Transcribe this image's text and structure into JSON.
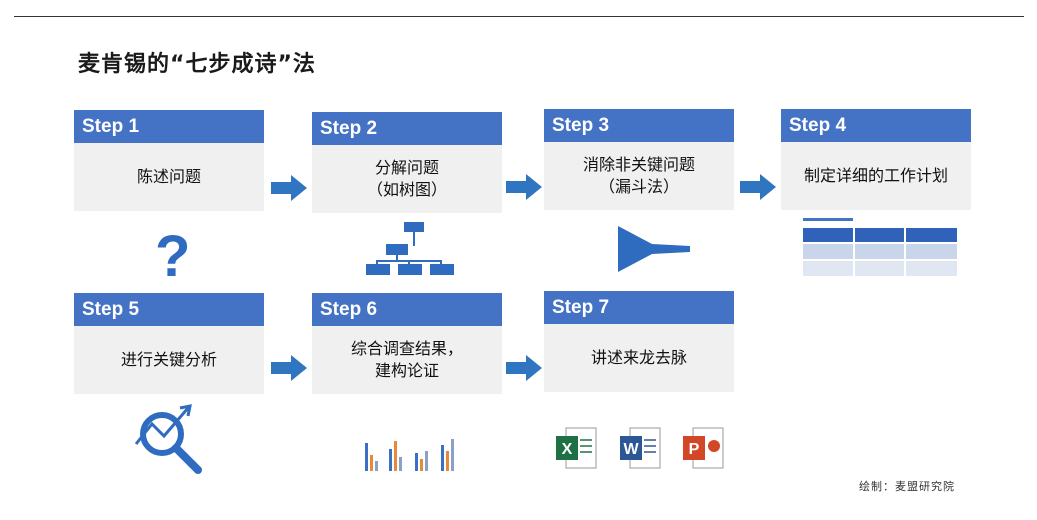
{
  "title": "麦肯锡的“七步成诗”法",
  "steps": [
    {
      "label": "Step 1",
      "lines": [
        "陈述问题"
      ]
    },
    {
      "label": "Step 2",
      "lines": [
        "分解问题",
        "（如树图）"
      ]
    },
    {
      "label": "Step 3",
      "lines": [
        "消除非关键问题",
        "（漏斗法）"
      ]
    },
    {
      "label": "Step 4",
      "lines": [
        "制定详细的工作计划"
      ]
    },
    {
      "label": "Step 5",
      "lines": [
        "进行关键分析"
      ]
    },
    {
      "label": "Step 6",
      "lines": [
        "综合调查结果，",
        "建构论证"
      ]
    },
    {
      "label": "Step 7",
      "lines": [
        "讲述来龙去脉"
      ]
    }
  ],
  "icons": {
    "step1": "question-mark-icon",
    "step2": "tree-diagram-icon",
    "step3": "funnel-icon",
    "step4": "table-plan-icon",
    "step5": "magnifier-trend-icon",
    "step6": "bar-chart-icon",
    "step7": [
      "excel-icon",
      "word-icon",
      "powerpoint-icon"
    ]
  },
  "question_mark": "?",
  "office_letters": {
    "excel": "X",
    "word": "W",
    "powerpoint": "P"
  },
  "credit": "绘制：麦盟研究院",
  "colors": {
    "accent": "#4472c4",
    "arrow": "#2f75c0",
    "card_body": "#f0f0f0"
  }
}
